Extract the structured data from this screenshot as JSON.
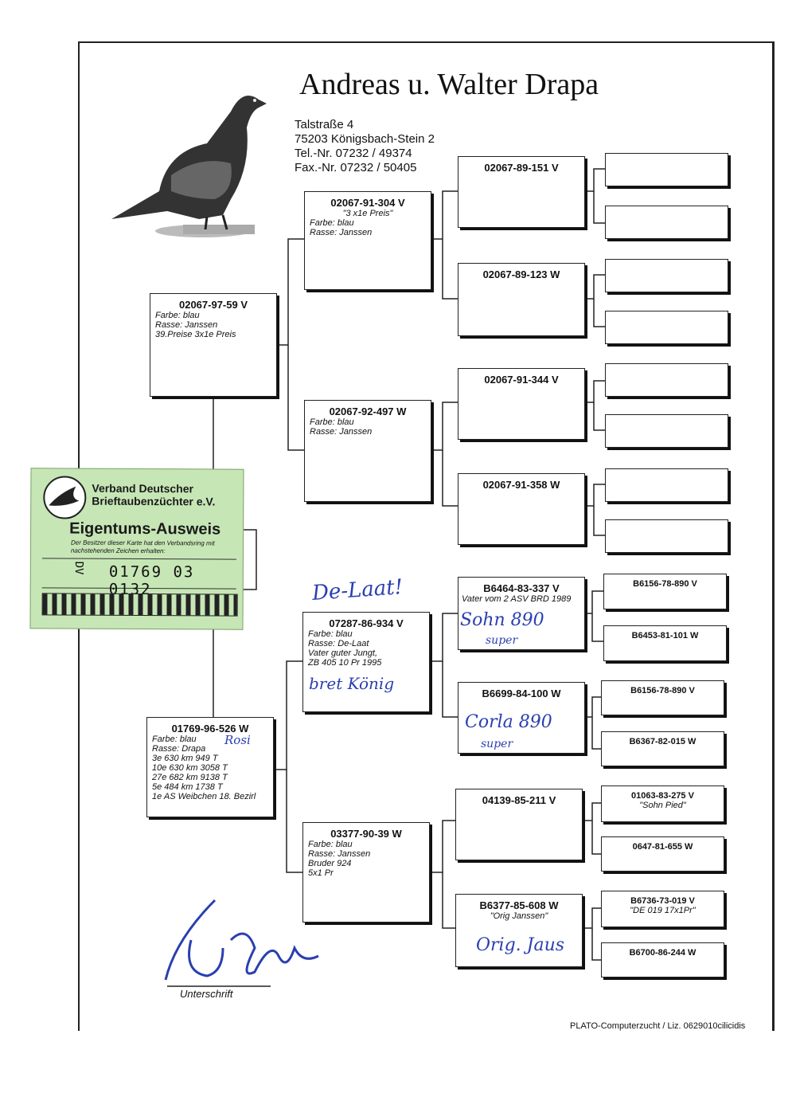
{
  "owner": {
    "name": "Andreas u. Walter Drapa",
    "street": "Talstraße 4",
    "city": "75203 Königsbach-Stein 2",
    "tel": "Tel.-Nr. 07232 / 49374",
    "fax": "Fax.-Nr. 07232 / 50405"
  },
  "pedigree": {
    "gen1": [
      {
        "id": "02067-97-59 V",
        "lines": [
          "Farbe: blau",
          "Rasse: Janssen",
          " 39.Preise 3x1e Preis"
        ]
      },
      {
        "id": "01769-96-526 W",
        "lines": [
          "Farbe: blau",
          "Rasse: Drapa",
          " 3e  630 km  949  T",
          " 10e 630 km 3058  T",
          " 27e 682 km 9138 T",
          " 5e 484 km  1738 T",
          " 1e AS Weibchen 18. Bezirl"
        ]
      }
    ],
    "gen2": [
      {
        "id": "02067-91-304 V",
        "note": "\"3 x1e Preis\"",
        "lines": [
          "Farbe: blau",
          "Rasse: Janssen"
        ]
      },
      {
        "id": "02067-92-497 W",
        "lines": [
          "Farbe: blau",
          "Rasse: Janssen"
        ]
      },
      {
        "id": "07287-86-934 V",
        "lines": [
          "Farbe: blau",
          "Rasse: De-Laat",
          "Vater guter Jungt,",
          "ZB  405 10 Pr 1995"
        ]
      },
      {
        "id": "03377-90-39 W",
        "lines": [
          "Farbe: blau",
          "Rasse: Janssen",
          "Bruder 924",
          "5x1 Pr"
        ]
      }
    ],
    "gen3": [
      {
        "id": "02067-89-151 V"
      },
      {
        "id": "02067-89-123 W"
      },
      {
        "id": "02067-91-344 V"
      },
      {
        "id": "02067-91-358 W"
      },
      {
        "id": "B6464-83-337 V",
        "note": "Vater vom 2 ASV BRD 1989"
      },
      {
        "id": "B6699-84-100 W"
      },
      {
        "id": "04139-85-211 V"
      },
      {
        "id": "B6377-85-608 W",
        "note": "\"Orig Janssen\""
      }
    ],
    "gen4": [
      {
        "id": ""
      },
      {
        "id": ""
      },
      {
        "id": ""
      },
      {
        "id": ""
      },
      {
        "id": ""
      },
      {
        "id": ""
      },
      {
        "id": ""
      },
      {
        "id": ""
      },
      {
        "id": "B6156-78-890 V"
      },
      {
        "id": "B6453-81-101 W"
      },
      {
        "id": "B6156-78-890 V"
      },
      {
        "id": "B6367-82-015 W"
      },
      {
        "id": "01063-83-275 V",
        "note": "\"Sohn Pied\""
      },
      {
        "id": "0647-81-655 W"
      },
      {
        "id": "B6736-73-019 V",
        "note": "\"DE 019 17x1Pr\""
      },
      {
        "id": "B6700-86-244 W"
      }
    ]
  },
  "handwriting": {
    "delaat": "De-Laat!",
    "sohn": "Sohn 890",
    "super1": "super",
    "bestkoenig": "bret König",
    "corla": "Corla 890",
    "super2": "super",
    "rosi": "Rosi",
    "orig": "Orig. Jaus"
  },
  "card": {
    "org1": "Verband Deutscher",
    "org2": "Brieftaubenzüchter e.V.",
    "title": "Eigentums-Ausweis",
    "sub": "Der Besitzer dieser Karte hat den Verbandsring mit nachstehenden Zeichen erhalten:",
    "dv": "DV",
    "ring": "01769 03 0132"
  },
  "signature_label": "Unterschrift",
  "footer": "PLATO-Computerzucht / Liz. 0629010cilicidis"
}
